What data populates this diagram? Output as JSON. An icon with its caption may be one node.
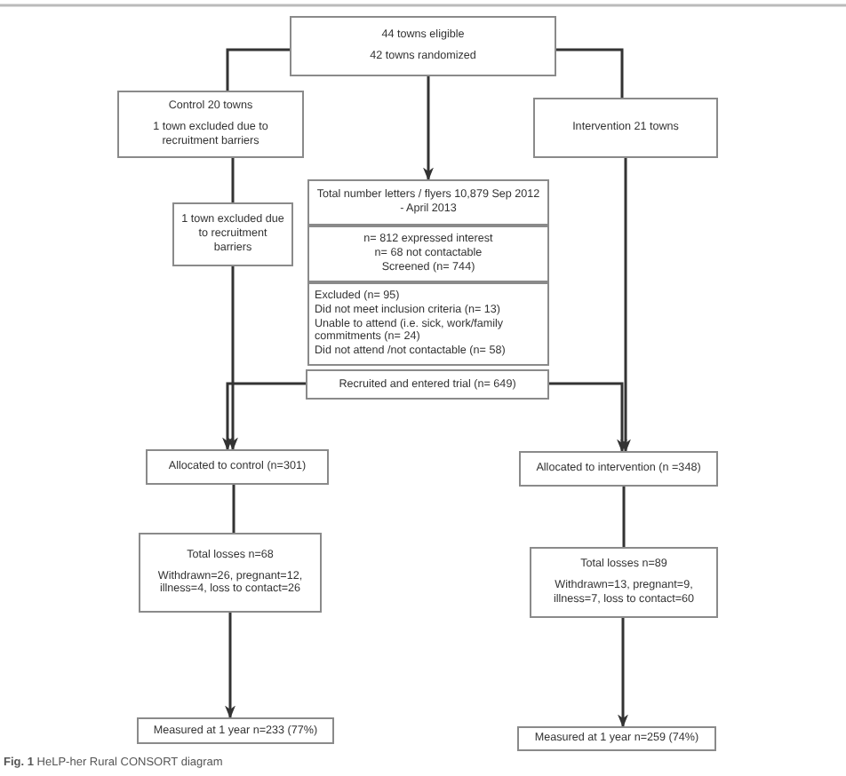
{
  "diagram": {
    "caption": "**Fig. 1** HeLP-her Rural CONSORT diagram",
    "nodes": [
      {
        "text": [
          "44 towns eligible",
          "42 towns randomized"
        ]
      },
      {
        "text": [
          "Control 20 towns",
          "1 town excluded due to recruitment barriers"
        ]
      },
      {
        "text": [
          "Intervention 21 towns"
        ]
      },
      {
        "text": [
          "1 town excluded due to recruitment barriers"
        ]
      },
      {
        "text": [
          "Total number letters / flyers 10,879 Sep 2012 - April 2013"
        ]
      },
      {
        "text": [
          "n= 812 expressed interest",
          "n= 68 not contactable",
          "Screened (n= 744)"
        ]
      },
      {
        "text": [
          "Excluded (n= 95)",
          "Did not meet inclusion criteria (n= 13)",
          "Unable to attend (i.e. sick, work/family commitments (n= 24)",
          "Did not attend /not contactable (n= 58)"
        ]
      },
      {
        "text": [
          "Recruited and entered trial (n= 649)"
        ]
      },
      {
        "text": [
          "Allocated to control (n=301)"
        ]
      },
      {
        "text": [
          "Allocated to intervention (n =348)"
        ]
      },
      {
        "text": [
          "Total losses n=68",
          "Withdrawn=26, pregnant=12, illness=4, loss to contact=26"
        ]
      },
      {
        "text": [
          "Total losses n=89",
          "Withdrawn=13, pregnant=9, illness=7, loss to contact=60"
        ]
      },
      {
        "text": [
          "Measured at 1 year n=233 (77%)"
        ]
      },
      {
        "text": [
          "Measured at 1 year n=259 (74%)"
        ]
      }
    ],
    "edges": [
      {
        "from": 0,
        "to": 1,
        "arrow": "none"
      },
      {
        "from": 0,
        "to": 2,
        "arrow": "none"
      },
      {
        "from": 0,
        "to": 4,
        "arrow": "to"
      },
      {
        "from": 1,
        "to": 3,
        "arrow": "none"
      },
      {
        "from": 3,
        "to": 8,
        "arrow": "to"
      },
      {
        "from": 2,
        "to": 9,
        "arrow": "to"
      },
      {
        "from": 7,
        "to": 8,
        "arrow": "to"
      },
      {
        "from": 7,
        "to": 9,
        "arrow": "to"
      },
      {
        "from": 8,
        "to": 10,
        "arrow": "none"
      },
      {
        "from": 10,
        "to": 12,
        "arrow": "to"
      },
      {
        "from": 9,
        "to": 11,
        "arrow": "none"
      },
      {
        "from": 11,
        "to": 13,
        "arrow": "to"
      }
    ]
  }
}
